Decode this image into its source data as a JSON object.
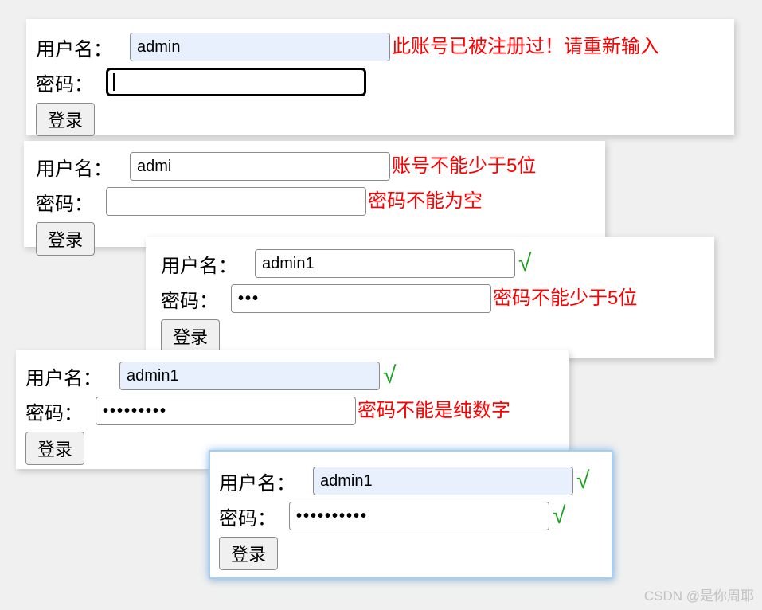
{
  "labels": {
    "username": "用户名：",
    "password": "密码：",
    "login": "登录"
  },
  "colors": {
    "error_text": "#ff0000",
    "success_check": "#1fa01f",
    "autofill_input_bg": "#e8f0fe",
    "focused_panel_border": "#a6cdf2",
    "page_bg": "#f0f0f0"
  },
  "watermark": "CSDN @是你周耶",
  "panels": [
    {
      "username_value": "admin",
      "username_message": "此账号已被注册过！请重新输入",
      "password_value": "",
      "password_message": ""
    },
    {
      "username_value": "admi",
      "username_message": "账号不能少于5位",
      "password_value": "",
      "password_message": "密码不能为空"
    },
    {
      "username_value": "admin1",
      "username_check": "√",
      "password_value": "•••",
      "password_message": "密码不能少于5位"
    },
    {
      "username_value": "admin1",
      "username_check": "√",
      "password_value": "•••••••••",
      "password_message": "密码不能是纯数字"
    },
    {
      "username_value": "admin1",
      "username_check": "√",
      "password_value": "••••••••••",
      "password_check": "√"
    }
  ]
}
